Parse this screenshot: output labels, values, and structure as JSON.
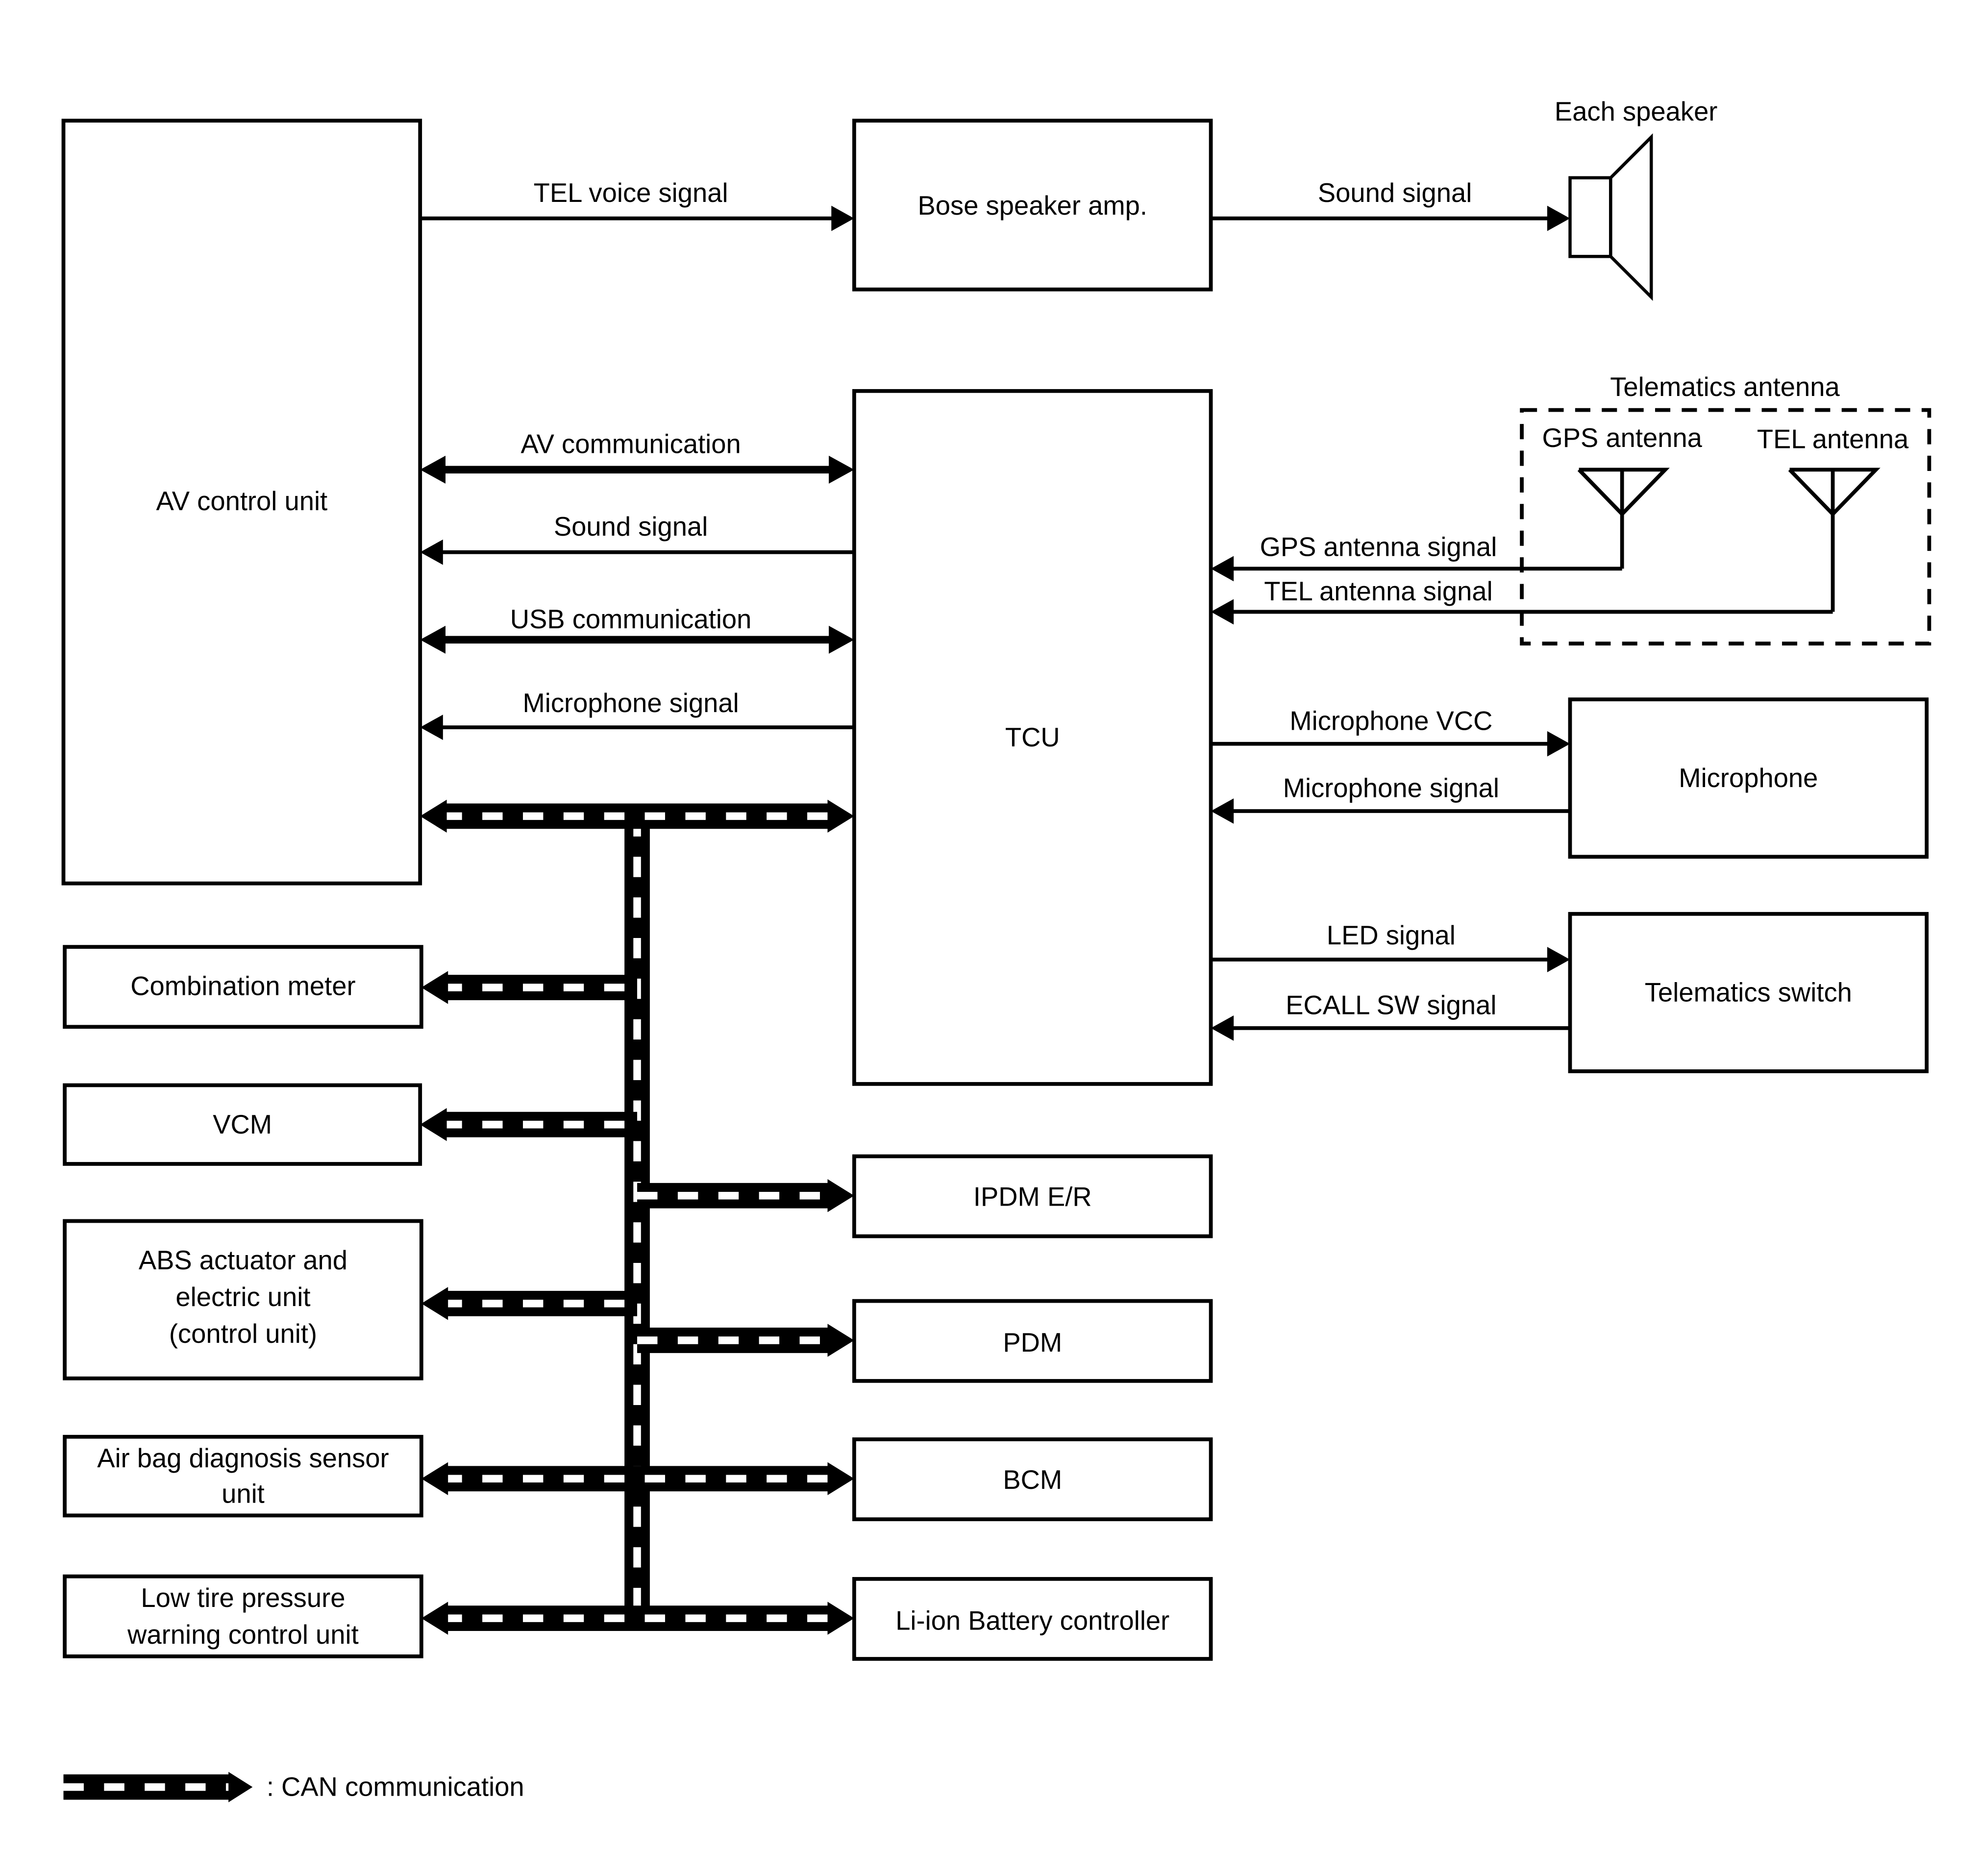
{
  "units": {
    "av_control_unit": "AV control unit",
    "bose_speaker_amp": "Bose speaker amp.",
    "tcu": "TCU",
    "microphone": "Microphone",
    "telematics_switch": "Telematics switch",
    "combination_meter": "Combination meter",
    "vcm": "VCM",
    "abs_line1": "ABS actuator and",
    "abs_line2": "electric unit",
    "abs_line3": "(control unit)",
    "airbag_line1": "Air bag diagnosis sensor",
    "airbag_line2": "unit",
    "tpms_line1": "Low tire pressure",
    "tpms_line2": "warning control unit",
    "ipdm": "IPDM E/R",
    "pdm": "PDM",
    "bcm": "BCM",
    "li_ion": "Li-ion Battery controller"
  },
  "signals": {
    "tel_voice": "TEL voice signal",
    "sound_to_speaker": "Sound signal",
    "av_comm": "AV communication",
    "sound_to_av": "Sound signal",
    "usb_comm": "USB communication",
    "mic_to_av": "Microphone signal",
    "gps_antenna_signal": "GPS antenna signal",
    "tel_antenna_signal": "TEL antenna signal",
    "mic_vcc": "Microphone VCC",
    "mic_signal": "Microphone signal",
    "led_signal": "LED signal",
    "ecall_sw": "ECALL SW signal"
  },
  "labels": {
    "each_speaker": "Each speaker",
    "telematics_antenna": "Telematics antenna",
    "gps_antenna": "GPS antenna",
    "tel_antenna": "TEL antenna"
  },
  "legend": {
    "can": ": CAN communication"
  }
}
